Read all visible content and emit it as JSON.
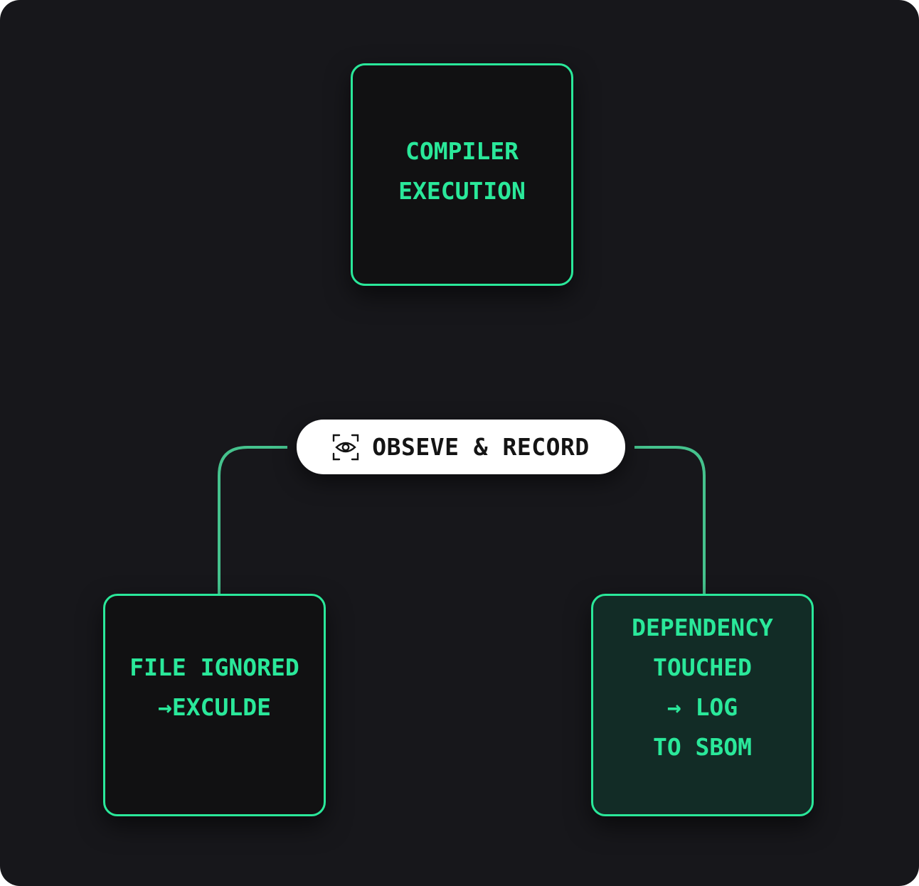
{
  "diagram": {
    "nodes": {
      "compiler": {
        "label": "COMPILER\nEXECUTION"
      },
      "ignored": {
        "label": "FILE IGNORED\n→EXCULDE"
      },
      "dependency": {
        "label": "DEPENDENCY\nTOUCHED\n→ LOG\nTO SBOM"
      }
    },
    "observer": {
      "label": "OBSEVE & RECORD",
      "icon": "eye-scan-icon"
    },
    "colors": {
      "background": "#17171b",
      "accent": "#2ae89a",
      "node_dark": "#111112",
      "node_highlight": "#122c26",
      "pill": "#ffffff",
      "pill_text": "#141414"
    }
  }
}
